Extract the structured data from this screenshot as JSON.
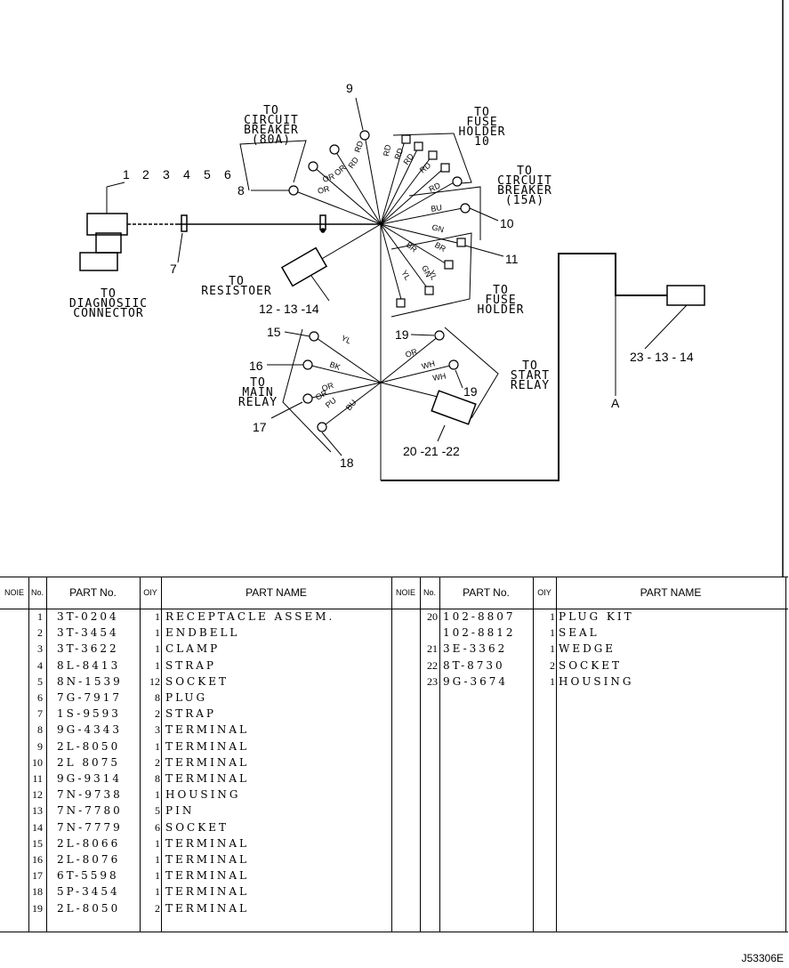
{
  "diagram": {
    "callouts": {
      "n1": "1",
      "n2": "2",
      "n3": "3",
      "n4": "4",
      "n5": "5",
      "n6": "6",
      "n7": "7",
      "n8": "8",
      "n9": "9",
      "n10": "10",
      "n11": "11",
      "n12_14": "12 - 13 -14",
      "n15": "15",
      "n16": "16",
      "n17": "17",
      "n18": "18",
      "n19a": "19",
      "n19b": "19",
      "n20_22": "20 -21 -22",
      "n23_14": "23 - 13 - 14",
      "a": "A"
    },
    "labels": {
      "cb80": [
        "TO",
        "CIRCUIT",
        "BREAKER",
        "(80A)"
      ],
      "fuse10": [
        "TO",
        "FUSE",
        "HOLDER",
        "10"
      ],
      "cb15": [
        "TO",
        "CIRCUIT",
        "BREAKER",
        "(15A)"
      ],
      "diag": [
        "TO",
        "DIAGNOSIIC",
        "CONNECTOR"
      ],
      "resistor": [
        "TO",
        "RESISTOER"
      ],
      "fuse_low": [
        "TO",
        "FUSE",
        "HOLDER"
      ],
      "main_relay": [
        "TO",
        "MAIN",
        "RELAY"
      ],
      "start_relay": [
        "TO",
        "START",
        "RELAY"
      ]
    },
    "wire_colors": [
      "RD",
      "RD",
      "OR",
      "OR",
      "OR",
      "RD",
      "RD",
      "RD",
      "RD",
      "RD",
      "BU",
      "GN",
      "BR",
      "BR",
      "YL",
      "GN",
      "YL",
      "YL",
      "BK",
      "OR",
      "OR",
      "PU",
      "BU",
      "OR",
      "WH",
      "WH"
    ]
  },
  "table": {
    "headers": {
      "note": "NOIE",
      "no": "No.",
      "part_no": "PART No.",
      "qty": "OIY",
      "part_name": "PART NAME",
      "note2": "NOIE",
      "no2": "No.",
      "part_no2": "PART No.",
      "qty2": "OIY",
      "part_name2": "PART NAME"
    },
    "left_rows": [
      {
        "no": "1",
        "part_no": "3T-0204",
        "qty": "1",
        "name": "RECEPTACLE ASSEM."
      },
      {
        "no": "2",
        "part_no": "3T-3454",
        "qty": "1",
        "name": "ENDBELL"
      },
      {
        "no": "3",
        "part_no": "3T-3622",
        "qty": "1",
        "name": "CLAMP"
      },
      {
        "no": "4",
        "part_no": "8L-8413",
        "qty": "1",
        "name": "STRAP"
      },
      {
        "no": "5",
        "part_no": "8N-1539",
        "qty": "12",
        "name": "SOCKET"
      },
      {
        "no": "6",
        "part_no": "7G-7917",
        "qty": "8",
        "name": "PLUG"
      },
      {
        "no": "7",
        "part_no": "1S-9593",
        "qty": "2",
        "name": "STRAP"
      },
      {
        "no": "8",
        "part_no": "9G-4343",
        "qty": "3",
        "name": "TERMINAL"
      },
      {
        "no": "9",
        "part_no": "2L-8050",
        "qty": "1",
        "name": "TERMINAL"
      },
      {
        "no": "10",
        "part_no": "2L 8075",
        "qty": "2",
        "name": "TERMINAL"
      },
      {
        "no": "11",
        "part_no": "9G-9314",
        "qty": "8",
        "name": "TERMINAL"
      },
      {
        "no": "12",
        "part_no": "7N-9738",
        "qty": "1",
        "name": "HOUSING"
      },
      {
        "no": "13",
        "part_no": "7N-7780",
        "qty": "5",
        "name": "PIN"
      },
      {
        "no": "14",
        "part_no": "7N-7779",
        "qty": "6",
        "name": "SOCKET"
      },
      {
        "no": "15",
        "part_no": "2L-8066",
        "qty": "1",
        "name": "TERMINAL"
      },
      {
        "no": "16",
        "part_no": "2L-8076",
        "qty": "1",
        "name": "TERMINAL"
      },
      {
        "no": "17",
        "part_no": "6T-5598",
        "qty": "1",
        "name": "TERMINAL"
      },
      {
        "no": "18",
        "part_no": "5P-3454",
        "qty": "1",
        "name": "TERMINAL"
      },
      {
        "no": "19",
        "part_no": "2L-8050",
        "qty": "2",
        "name": "TERMINAL"
      }
    ],
    "right_rows": [
      {
        "no": "20",
        "part_no": "102-8807",
        "qty": "1",
        "name": "PLUG KIT"
      },
      {
        "no": "",
        "part_no": "102-8812",
        "qty": "1",
        "name": "SEAL"
      },
      {
        "no": "21",
        "part_no": "3E-3362",
        "qty": "1",
        "name": "WEDGE"
      },
      {
        "no": "22",
        "part_no": "8T-8730",
        "qty": "2",
        "name": "SOCKET"
      },
      {
        "no": "23",
        "part_no": "9G-3674",
        "qty": "1",
        "name": "HOUSING"
      }
    ]
  },
  "drawing_code": "J53306E"
}
